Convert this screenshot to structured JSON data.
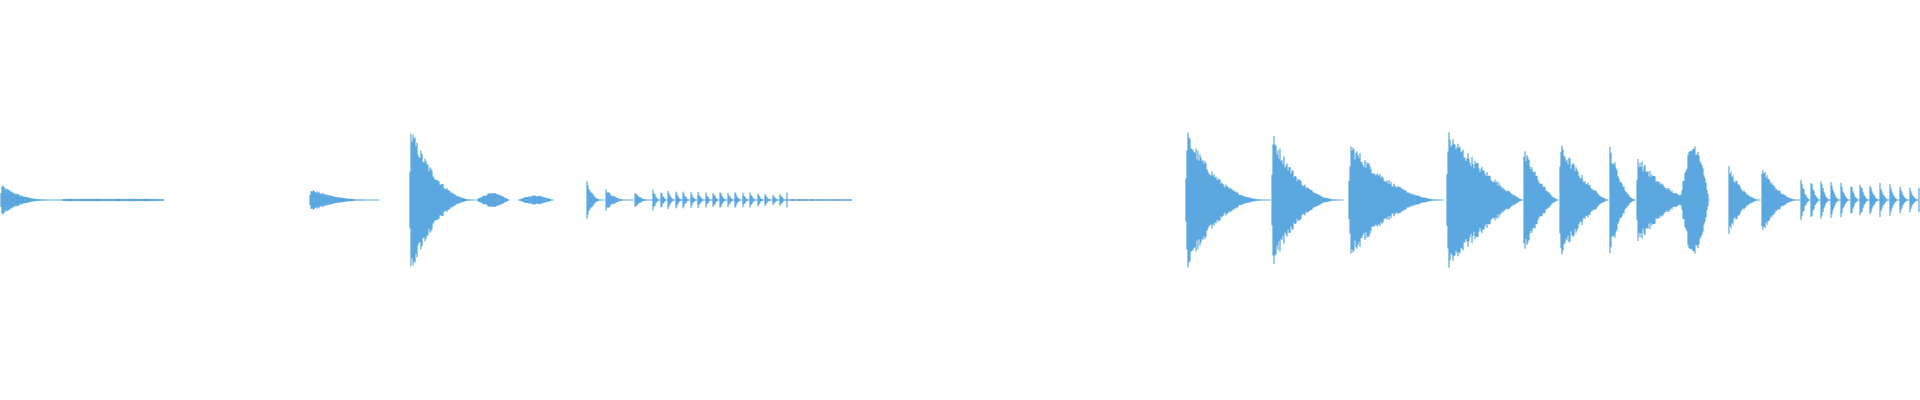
{
  "waveform": {
    "color": "#5ba8e0",
    "background": "#ffffff",
    "segments": [
      {
        "kind": "decay",
        "start": 0.0,
        "end": 0.033,
        "peak": 0.14,
        "decay": 3.0
      },
      {
        "kind": "noise",
        "start": 0.033,
        "end": 0.085,
        "peak": 0.01
      },
      {
        "kind": "decay",
        "start": 0.161,
        "end": 0.198,
        "peak": 0.1,
        "decay": 2.5
      },
      {
        "kind": "decay",
        "start": 0.213,
        "end": 0.248,
        "peak": 0.65,
        "decay": 2.2
      },
      {
        "kind": "swell",
        "start": 0.248,
        "end": 0.265,
        "peak": 0.06
      },
      {
        "kind": "swell",
        "start": 0.27,
        "end": 0.288,
        "peak": 0.04
      },
      {
        "kind": "decay",
        "start": 0.305,
        "end": 0.315,
        "peak": 0.2,
        "decay": 3.0
      },
      {
        "kind": "decay",
        "start": 0.315,
        "end": 0.33,
        "peak": 0.1,
        "decay": 3.0
      },
      {
        "kind": "decay",
        "start": 0.33,
        "end": 0.34,
        "peak": 0.08,
        "decay": 3.0
      },
      {
        "kind": "pulses",
        "start": 0.34,
        "end": 0.41,
        "peak": 0.1,
        "count": 18
      },
      {
        "kind": "noise",
        "start": 0.41,
        "end": 0.443,
        "peak": 0.008
      },
      {
        "kind": "decay",
        "start": 0.617,
        "end": 0.662,
        "peak": 0.62,
        "decay": 2.4
      },
      {
        "kind": "decay",
        "start": 0.662,
        "end": 0.7,
        "peak": 0.6,
        "decay": 2.4
      },
      {
        "kind": "swell",
        "start": 0.669,
        "end": 0.69,
        "peak": 0.1
      },
      {
        "kind": "decay",
        "start": 0.702,
        "end": 0.752,
        "peak": 0.52,
        "decay": 2.0
      },
      {
        "kind": "swell",
        "start": 0.715,
        "end": 0.74,
        "peak": 0.05
      },
      {
        "kind": "decay",
        "start": 0.753,
        "end": 0.793,
        "peak": 0.6,
        "decay": 1.2
      },
      {
        "kind": "decay",
        "start": 0.793,
        "end": 0.812,
        "peak": 0.45,
        "decay": 1.5
      },
      {
        "kind": "decay",
        "start": 0.812,
        "end": 0.838,
        "peak": 0.5,
        "decay": 1.4
      },
      {
        "kind": "decay",
        "start": 0.838,
        "end": 0.852,
        "peak": 0.5,
        "decay": 1.8
      },
      {
        "kind": "decay",
        "start": 0.852,
        "end": 0.886,
        "peak": 0.4,
        "decay": 2.0
      },
      {
        "kind": "swell",
        "start": 0.875,
        "end": 0.89,
        "peak": 0.5
      },
      {
        "kind": "decay",
        "start": 0.9,
        "end": 0.917,
        "peak": 0.3,
        "decay": 2.0
      },
      {
        "kind": "decay",
        "start": 0.917,
        "end": 0.938,
        "peak": 0.32,
        "decay": 2.2
      },
      {
        "kind": "pulses",
        "start": 0.938,
        "end": 1.0,
        "peak": 0.2,
        "count": 12
      }
    ]
  }
}
